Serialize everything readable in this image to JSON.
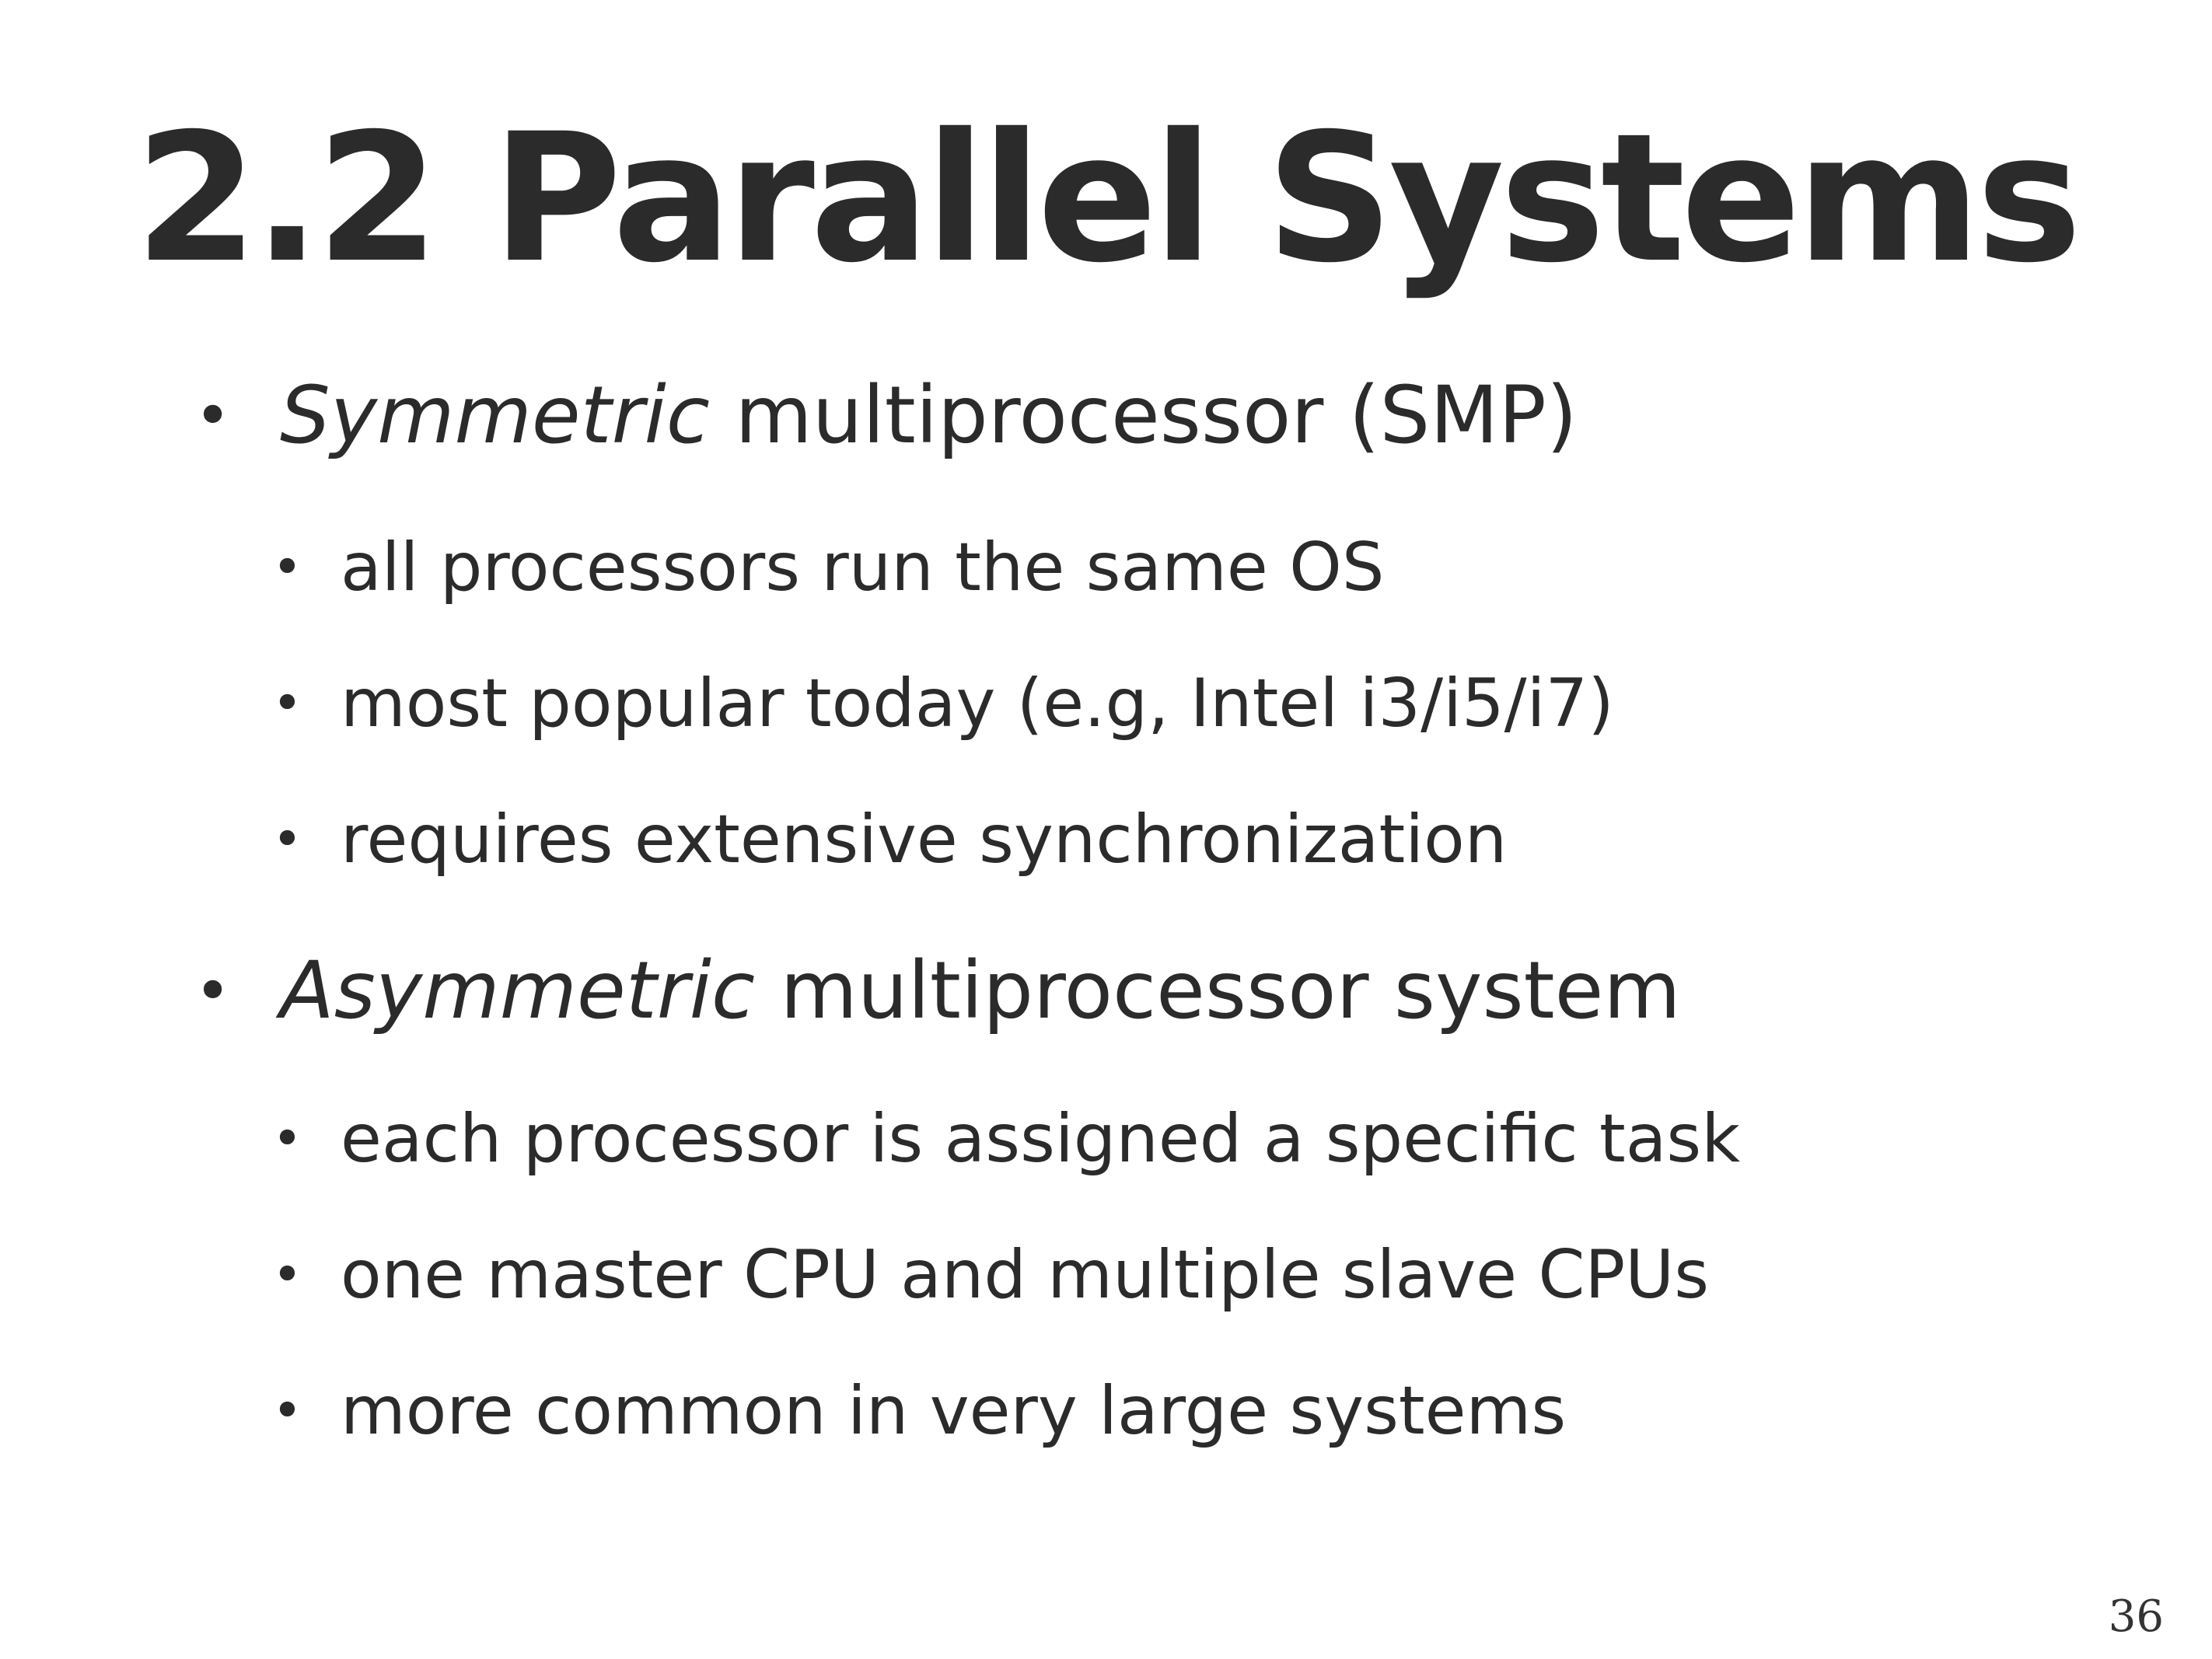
{
  "slide": {
    "title": "2.2 Parallel Systems",
    "page_number": "36",
    "bullet_glyph": "•",
    "sections": [
      {
        "emphasis": "Symmetric",
        "rest": " multiprocessor (SMP)",
        "items": [
          "all processors run the same OS",
          "most popular today (e.g, Intel i3/i5/i7)",
          "requires extensive synchronization"
        ]
      },
      {
        "emphasis": "Asymmetric",
        "rest": " multiprocessor system",
        "items": [
          "each processor is assigned a specific task",
          "one master CPU and multiple slave CPUs",
          "more common in very large systems"
        ]
      }
    ]
  }
}
